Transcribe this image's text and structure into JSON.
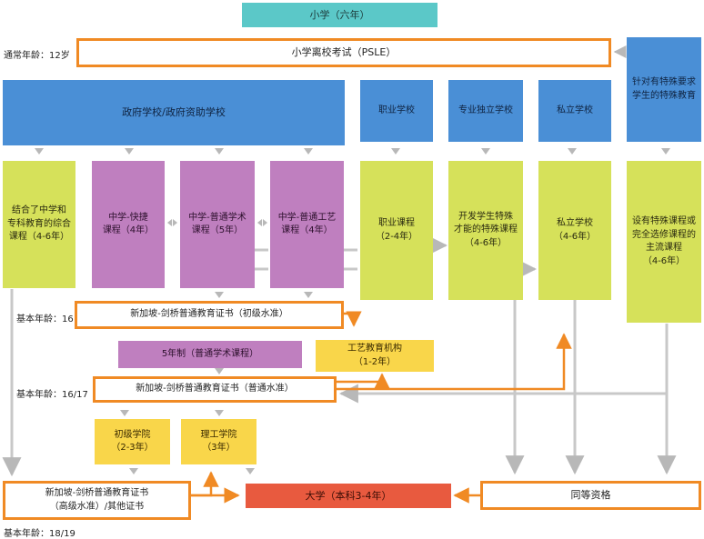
{
  "colors": {
    "teal": "#5bc8c8",
    "blue": "#4a8fd6",
    "green": "#d6e15a",
    "purple": "#bf7fbf",
    "yellow": "#f9d64a",
    "red": "#e85a3f",
    "orange_outline": "#f08a24",
    "gray_arrow": "#b8b8b8"
  },
  "primary": "小学（六年）",
  "age_labels": {
    "age12": "通常年龄：12岁",
    "age16": "基本年龄：16",
    "age16_17": "基本年龄：16/17",
    "age18_19": "基本年龄：18/19"
  },
  "psle": "小学离校考试（PSLE）",
  "schools": {
    "government": "政府学校/政府资助学校",
    "vocational": "职业学校",
    "specialized": "专业独立学校",
    "private": "私立学校",
    "special_needs": "针对有特殊要求\n学生的特殊教育"
  },
  "courses": {
    "integrated": "结合了中学和\n专科教育的综合\n课程（4-6年）",
    "express": "中学-快捷\n课程（4年）",
    "normal_academic": "中学-普通学术\n课程（5年）",
    "normal_technical": "中学-普通工艺\n课程（4年）",
    "vocational": "职业课程\n（2-4年）",
    "specialized": "开发学生特殊\n才能的特殊课程\n（4-6年）",
    "private": "私立学校\n（4-6年）",
    "special": "设有特殊课程或\n完全选修课程的\n主流课程\n（4-6年）"
  },
  "certificates": {
    "n_level": "新加坡-剑桥普通教育证书（初级水准）",
    "five_year": "5年制（普通学术课程）",
    "ite": "工艺教育机构\n（1-2年）",
    "o_level": "新加坡-剑桥普通教育证书（普通水准）",
    "junior_college": "初级学院\n（2-3年）",
    "polytechnic": "理工学院\n（3年）",
    "a_level": "新加坡-剑桥普通教育证书\n（高级水准）/其他证书",
    "university": "大学（本科3-4年）",
    "equivalent": "同等资格"
  }
}
